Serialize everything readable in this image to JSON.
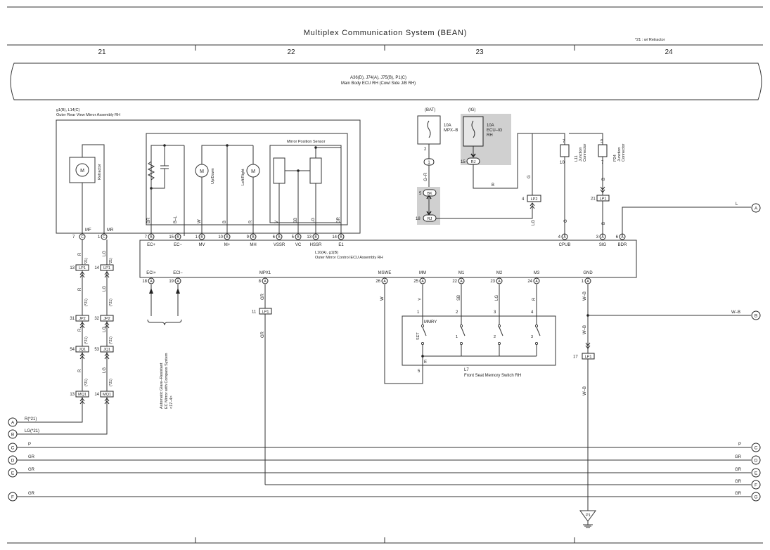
{
  "header": {
    "title": "Multiplex Communication System (BEAN)",
    "note": "*21 : w/ Retractor",
    "columns": [
      "21",
      "22",
      "23",
      "24"
    ]
  },
  "main_ecu_banner": {
    "line1": "A36(D), J74(A), J75(B), P1(C)",
    "line2": "Main Body ECU RH (Cowl Side J/B RH)"
  },
  "mirror_assembly": {
    "line1": "g1(B), L14(C)",
    "line2": "Outer Rear View Mirror Assembly RH",
    "retractor": "Retractor",
    "updown": "Up/Down",
    "leftright": "Left/Right",
    "position_sensor": "Mirror Position Sensor",
    "motor_symbol": "M",
    "mf": "MF",
    "mr": "MR",
    "mf_pin": "7",
    "mr_pin": "1",
    "conn_letter": "C"
  },
  "ecu": {
    "line1": "L10(A), g1(B)",
    "line2": "Outer Mirror Control ECU Assembly RH",
    "top_pins": [
      {
        "num": "7",
        "c": "B",
        "label": "EC+",
        "wire": "BR"
      },
      {
        "num": "15",
        "c": "B",
        "label": "EC−",
        "wire": "B–L"
      },
      {
        "num": "1",
        "c": "B",
        "label": "MV",
        "wire": "W"
      },
      {
        "num": "10",
        "c": "B",
        "label": "M+",
        "wire": "B"
      },
      {
        "num": "9",
        "c": "B",
        "label": "MH",
        "wire": "R"
      },
      {
        "num": "6",
        "c": "B",
        "label": "VSSR",
        "wire": "V"
      },
      {
        "num": "5",
        "c": "B",
        "label": "VC",
        "wire": "SB"
      },
      {
        "num": "13",
        "c": "B",
        "label": "HSSR",
        "wire": "LG"
      },
      {
        "num": "14",
        "c": "B",
        "label": "E1",
        "wire": "GR"
      }
    ],
    "right_pins": [
      {
        "num": "4",
        "c": "A",
        "label": "CPUB",
        "wire": "G"
      },
      {
        "num": "3",
        "c": "A",
        "label": "SIG",
        "wire": "B"
      },
      {
        "num": "6",
        "c": "A",
        "label": "BDR",
        "wire": ""
      }
    ],
    "bottom_pins": [
      {
        "num": "18",
        "c": "A",
        "label": "ECI+"
      },
      {
        "num": "19",
        "c": "A",
        "label": "ECI−"
      },
      {
        "num": "8",
        "c": "A",
        "label": "MPX1"
      },
      {
        "num": "26",
        "c": "A",
        "label": "MSWE"
      },
      {
        "num": "25",
        "c": "A",
        "label": "MM"
      },
      {
        "num": "22",
        "c": "A",
        "label": "M1"
      },
      {
        "num": "23",
        "c": "A",
        "label": "M2"
      },
      {
        "num": "24",
        "c": "A",
        "label": "M3"
      },
      {
        "num": "1",
        "c": "A",
        "label": "GND"
      }
    ]
  },
  "left_harness": {
    "col1_wire": "R",
    "col2_wire": "LG",
    "star": "(*21)",
    "conns": [
      {
        "a": "13",
        "b": "14",
        "name": "LP1"
      },
      {
        "a": "31",
        "b": "32",
        "name": "JP2"
      },
      {
        "a": "54",
        "b": "53",
        "name": "JQ1"
      },
      {
        "a": "13",
        "b": "14",
        "name": "MQ1"
      }
    ],
    "out_a": "R(*21)",
    "out_b": "LG(*21)"
  },
  "glare_mirror": {
    "line1": "Automatic Glare–Resistant",
    "line2": "EC Mirror with Compass System",
    "line3": "<17–4>"
  },
  "power": {
    "bat": "(BAT)",
    "ig": "(IG)",
    "fuse1": [
      "10A",
      "MPX–B"
    ],
    "fuse2": [
      "10A",
      "ECU–IG",
      "RH"
    ],
    "pin2": "2",
    "pin1": "1",
    "gr_wire": "G–R",
    "bk_num": "5",
    "bk": "BK",
    "rj_num": "18",
    "rj": "RJ",
    "rj2_num": "15",
    "rj2": "RJ",
    "b_wire": "B",
    "lp2_num": "4",
    "lp2": "LP2",
    "lg_wire": "LG"
  },
  "junctions": {
    "l11": [
      "L11",
      "Junction",
      "Connector"
    ],
    "p24": [
      "P24",
      "Junction",
      "Connector"
    ],
    "l11_pins": [
      "7",
      "10"
    ],
    "p24_pins": [
      "5",
      "7"
    ],
    "g_wire": "G",
    "b_wire": "B",
    "lp1_num": "21",
    "lp1": "LP1",
    "l_wire": "L"
  },
  "mpx1_conn": {
    "num": "11",
    "name": "LP1",
    "wire": "GR"
  },
  "memory_switch": {
    "ref": "L7",
    "name": "Front Seat Memory Switch RH",
    "mmry": "MMRY",
    "set": "SET",
    "e": "E",
    "pins_top": [
      "1",
      "2",
      "3",
      "4"
    ],
    "pin_bottom": "5",
    "sw_labels": [
      "1",
      "2",
      "3"
    ],
    "wires": [
      "W",
      "Y",
      "SB",
      "LG",
      "R"
    ]
  },
  "ground": {
    "wire": "W–B",
    "lp1_num": "17",
    "lp1": "LP1",
    "p1": "P1"
  },
  "bus_lines": [
    {
      "wire": "P",
      "left": "C",
      "right": "C"
    },
    {
      "wire": "GR",
      "left": "D",
      "right": "D"
    },
    {
      "wire": "GR",
      "left": "E",
      "right": "E"
    },
    {
      "wire": "GR",
      "left": "",
      "right": "F"
    },
    {
      "wire": "GR",
      "left": "F",
      "right": "G"
    }
  ],
  "right_terms": {
    "a": "A",
    "b": "B",
    "b_wire": "W–B"
  },
  "left_terms": {
    "a": "A",
    "b": "B"
  }
}
